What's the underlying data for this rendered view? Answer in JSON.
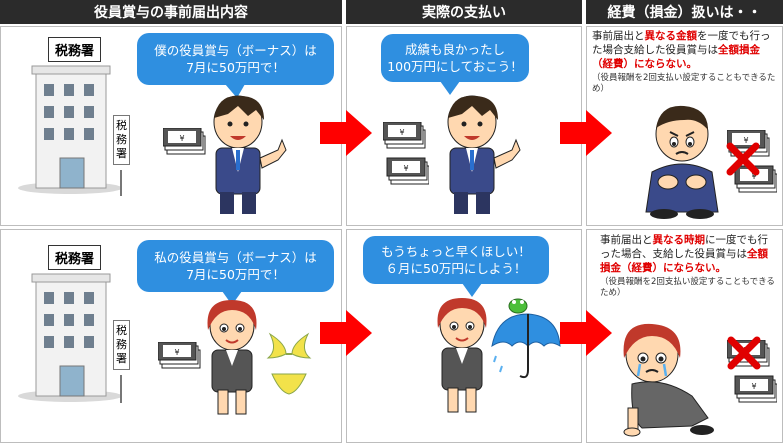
{
  "headers": [
    "役員賞与の事前届出内容",
    "実際の支払い",
    "経費（損金）扱いは・・"
  ],
  "tax_office_label": "税務署",
  "sign_text": "税\n務\n署",
  "row1": {
    "bubble_left": "僕の役員賞与（ボーナス）は\n7月に50万円で！",
    "bubble_mid": "成績も良かったし\n100万円にしておこう！",
    "note": {
      "part1": "事前届出と",
      "red1": "異なる金額",
      "part2": "を一度でも行った場合支給した役員賞与は",
      "red2": "全額損金（経費）にならない。",
      "small": "（役員報酬を2回支払い設定することもできるため）"
    }
  },
  "row2": {
    "bubble_left": "私の役員賞与（ボーナス）は\n7月に50万円で！",
    "bubble_mid": "もうちょっと早くほしい！\n６月に50万円にしよう！",
    "note": {
      "part1": "事前届出と",
      "red1": "異なる時期",
      "part2": "に一度でも行った場合、支給した役員賞与は",
      "red2": "全額損金（経費）にならない。",
      "small": "（役員報酬を2回支払い設定することもできるため）"
    }
  },
  "colors": {
    "header_bg": "#2b2b2b",
    "bubble": "#2f8fe0",
    "arrow": "#ff0000",
    "red_text": "#e00000",
    "suit": "#3a4a8a"
  }
}
